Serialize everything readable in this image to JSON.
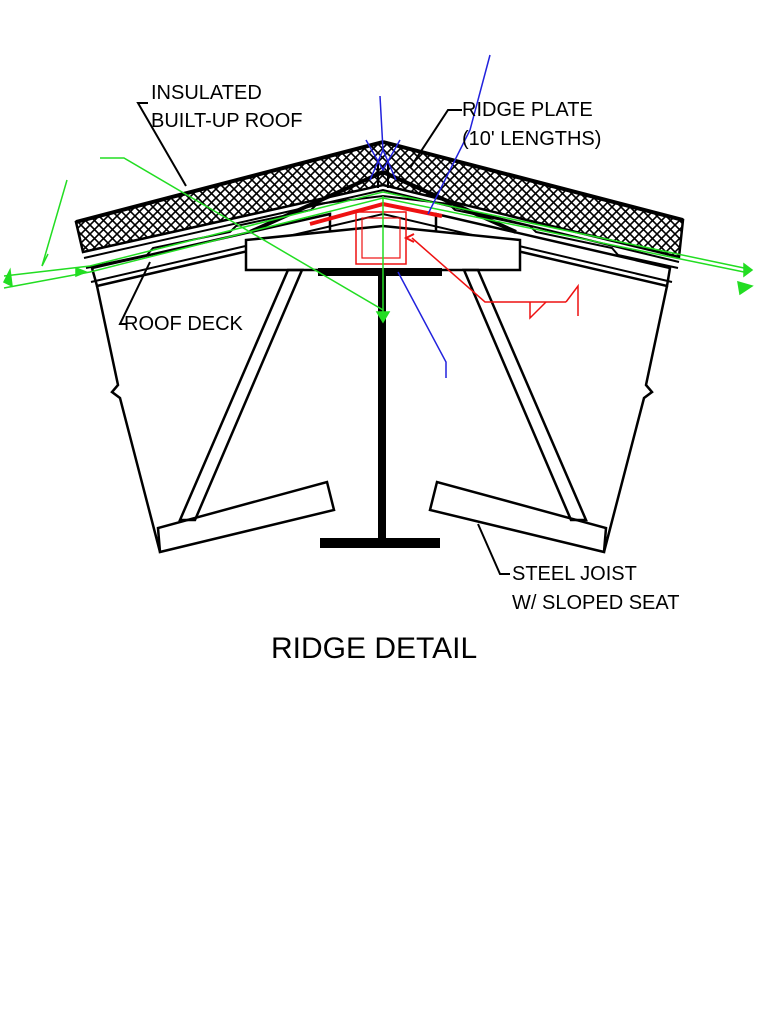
{
  "labels": {
    "insulated_line1": "INSULATED",
    "insulated_line2": "BUILT-UP ROOF",
    "ridge_plate_line1": "RIDGE PLATE",
    "ridge_plate_line2": "(10' LENGTHS)",
    "roof_deck": "ROOF DECK",
    "steel_joist_line1": "STEEL JOIST",
    "steel_joist_line2": "W/ SLOPED SEAT"
  },
  "title": "RIDGE DETAIL",
  "colors": {
    "linework": "#000000",
    "markup_green": "#22dd22",
    "markup_blue": "#2222dd",
    "markup_red": "#ee1111",
    "background": "#ffffff"
  }
}
